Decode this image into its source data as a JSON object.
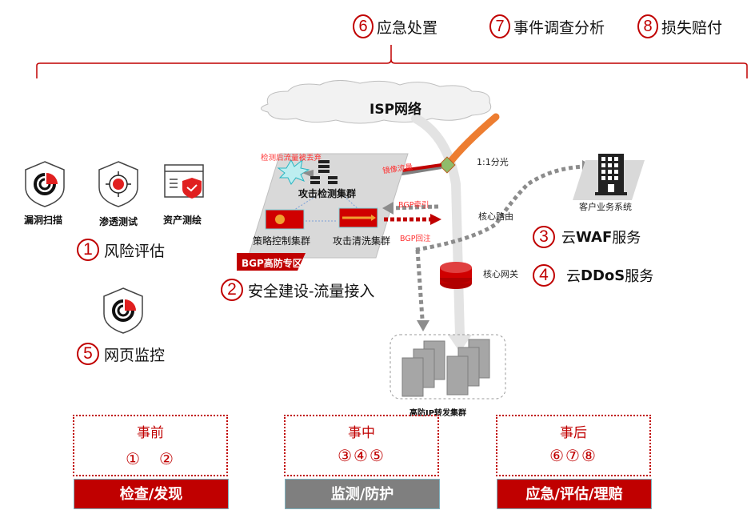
{
  "top_items": [
    {
      "num": "6",
      "label": "应急处置"
    },
    {
      "num": "7",
      "label": "事件调查分析"
    },
    {
      "num": "8",
      "label": "损失赔付"
    }
  ],
  "cloud_label": "ISP网络",
  "left_icons": [
    {
      "icon": "vulnerability-scan-shield-icon",
      "label": "漏洞扫描"
    },
    {
      "icon": "penetration-test-target-icon",
      "label": "渗透测试"
    },
    {
      "icon": "asset-mapping-window-icon",
      "label": "资产测绘"
    }
  ],
  "risk_assessment": {
    "num": "1",
    "label": "风险评估"
  },
  "web_monitor": {
    "num": "5",
    "label": "网页监控"
  },
  "security_build": {
    "num": "2",
    "label": "安全建设-流量接入"
  },
  "waf": {
    "num": "3",
    "prefix": "云",
    "bold": "WAF",
    "suffix": "服务"
  },
  "ddos": {
    "num": "4",
    "prefix": "云",
    "bold": "DDoS",
    "suffix": "服务"
  },
  "zone": {
    "banner": "BGP高防专区",
    "dropped_note": "检测后流量被丢弃",
    "detect_cluster": "攻击检测集群",
    "policy_cluster": "策略控制集群",
    "clean_cluster": "攻击清洗集群"
  },
  "flows": {
    "mirror": "镜像流量",
    "split": "1:1分光",
    "bgp_pull": "BGP牵引",
    "bgp_return": "BGP回注",
    "core_router": "核心路由",
    "core_gateway": "核心网关",
    "customer": "客户业务系统",
    "forward_cluster": "高防IP转发集群"
  },
  "phases": [
    {
      "title": "事前",
      "nums": "①　②",
      "bar": "检查/发现",
      "bar_color": "#c00000"
    },
    {
      "title": "事中",
      "nums": "③④⑤",
      "bar": "监测/防护",
      "bar_color": "#7f7f7f"
    },
    {
      "title": "事后",
      "nums": "⑥⑦⑧",
      "bar": "应急/评估/理赔",
      "bar_color": "#c00000"
    }
  ],
  "colors": {
    "accent": "#c00000",
    "orange": "#ed7d31",
    "grey": "#7f7f7f"
  }
}
